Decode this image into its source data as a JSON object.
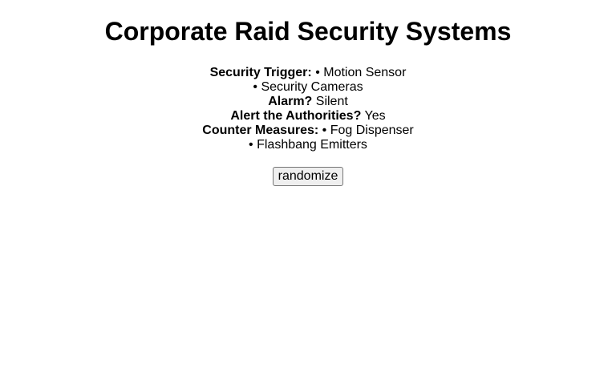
{
  "page_title": "Corporate Raid Security Systems",
  "security_trigger": {
    "label": "Security Trigger:",
    "items": [
      "• Motion Sensor",
      "• Security Cameras"
    ]
  },
  "alarm": {
    "label": "Alarm?",
    "value": "Silent"
  },
  "alert_authorities": {
    "label": "Alert the Authorities?",
    "value": "Yes"
  },
  "counter_measures": {
    "label": "Counter Measures:",
    "items": [
      "• Fog Dispenser",
      "• Flashbang Emitters"
    ]
  },
  "randomize_label": "randomize"
}
